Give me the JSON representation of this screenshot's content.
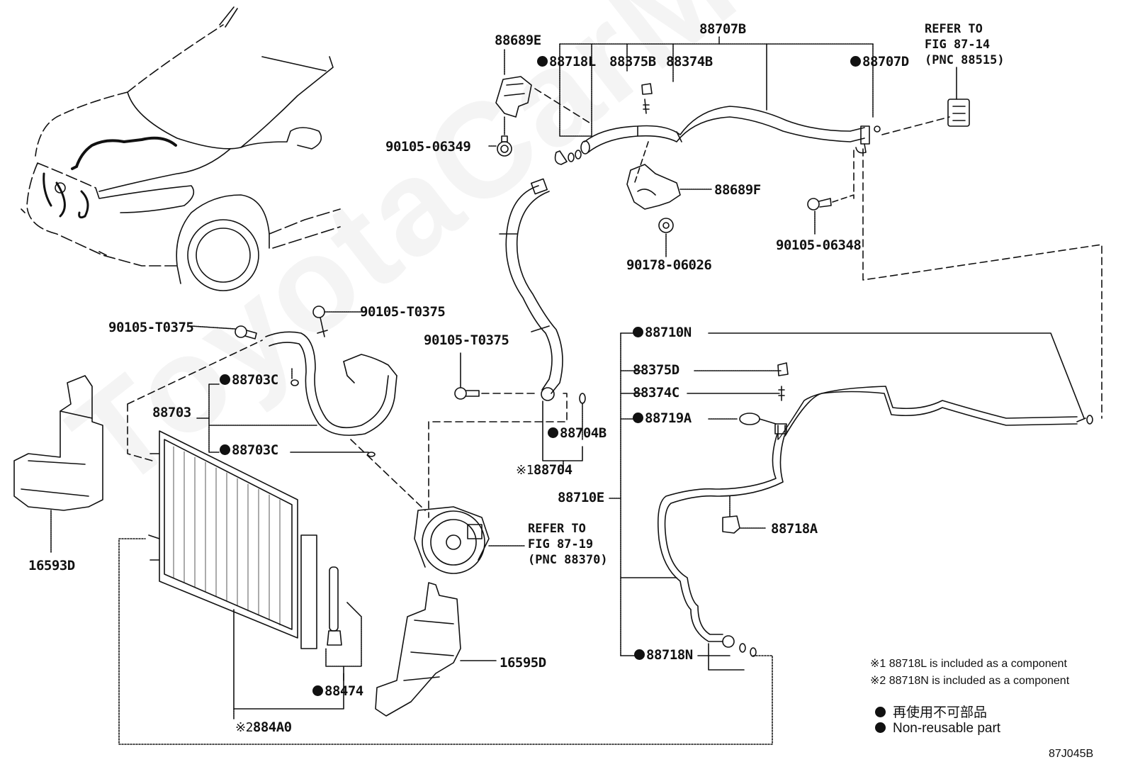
{
  "diagram": {
    "title": "Heater & Air Conditioner - Piping",
    "figure_id": "87J045B",
    "watermark": "ToyotaCarMine.ru",
    "parts": {
      "p88707B": {
        "number": "88707B",
        "nonreusable": false
      },
      "p88689E": {
        "number": "88689E",
        "nonreusable": false
      },
      "p88718L": {
        "number": "88718L",
        "nonreusable": true
      },
      "p88375B": {
        "number": "88375B",
        "nonreusable": false
      },
      "p88374B": {
        "number": "88374B",
        "nonreusable": false
      },
      "p88707D": {
        "number": "88707D",
        "nonreusable": true
      },
      "p9010506349": {
        "number": "90105-06349",
        "nonreusable": false
      },
      "p88689F": {
        "number": "88689F",
        "nonreusable": false
      },
      "p9010506348": {
        "number": "90105-06348",
        "nonreusable": false
      },
      "p9017806026": {
        "number": "90178-06026",
        "nonreusable": false
      },
      "p90105T0375a": {
        "number": "90105-T0375",
        "nonreusable": false
      },
      "p90105T0375b": {
        "number": "90105-T0375",
        "nonreusable": false
      },
      "p90105T0375c": {
        "number": "90105-T0375",
        "nonreusable": false
      },
      "p88703Ca": {
        "number": "88703C",
        "nonreusable": true
      },
      "p88703": {
        "number": "88703",
        "nonreusable": false
      },
      "p88703Cb": {
        "number": "88703C",
        "nonreusable": true
      },
      "p88704B": {
        "number": "88704B",
        "nonreusable": true
      },
      "p88704": {
        "number": "88704",
        "note_mark": "※1",
        "nonreusable": false
      },
      "p88710N": {
        "number": "88710N",
        "nonreusable": true
      },
      "p88375D": {
        "number": "88375D",
        "nonreusable": false
      },
      "p88374C": {
        "number": "88374C",
        "nonreusable": false
      },
      "p88719A": {
        "number": "88719A",
        "nonreusable": true
      },
      "p88710E": {
        "number": "88710E",
        "nonreusable": false
      },
      "p88718A": {
        "number": "88718A",
        "nonreusable": false
      },
      "p88718N": {
        "number": "88718N",
        "nonreusable": true
      },
      "p16593D": {
        "number": "16593D",
        "nonreusable": false
      },
      "p16595D": {
        "number": "16595D",
        "nonreusable": false
      },
      "p88474": {
        "number": "88474",
        "nonreusable": true
      },
      "p884A0": {
        "number": "884A0",
        "note_mark": "※2",
        "nonreusable": false
      }
    },
    "references": {
      "ref_87_14": "REFER TO\nFIG 87-14\n(PNC 88515)",
      "ref_87_19": "REFER TO\nFIG 87-19\n(PNC 88370)"
    },
    "notes": [
      "※1 88718L  is included as a component",
      "※2 88718N is included as a component"
    ],
    "legend": {
      "japanese": "再使用不可部品",
      "english": "Non-reusable part"
    }
  }
}
